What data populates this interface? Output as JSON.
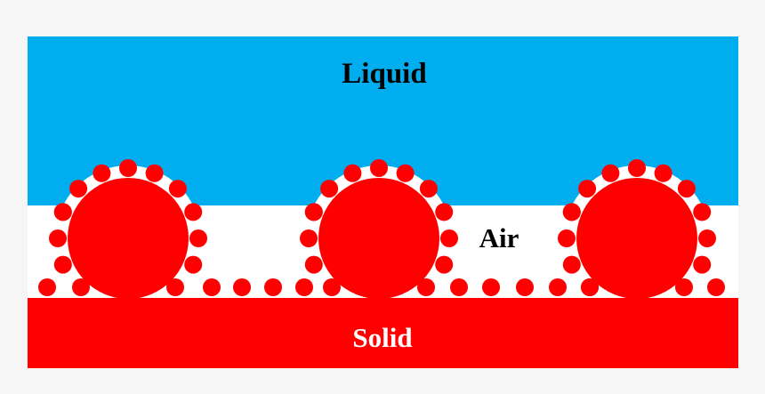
{
  "labels": {
    "liquid": "Liquid",
    "air": "Air",
    "solid": "Solid"
  },
  "colors": {
    "liquid": "#00aeef",
    "air": "#ffffff",
    "solid": "#ff0000",
    "background": "#f6f6f6",
    "text_dark": "#000000",
    "text_light": "#ffffff"
  }
}
